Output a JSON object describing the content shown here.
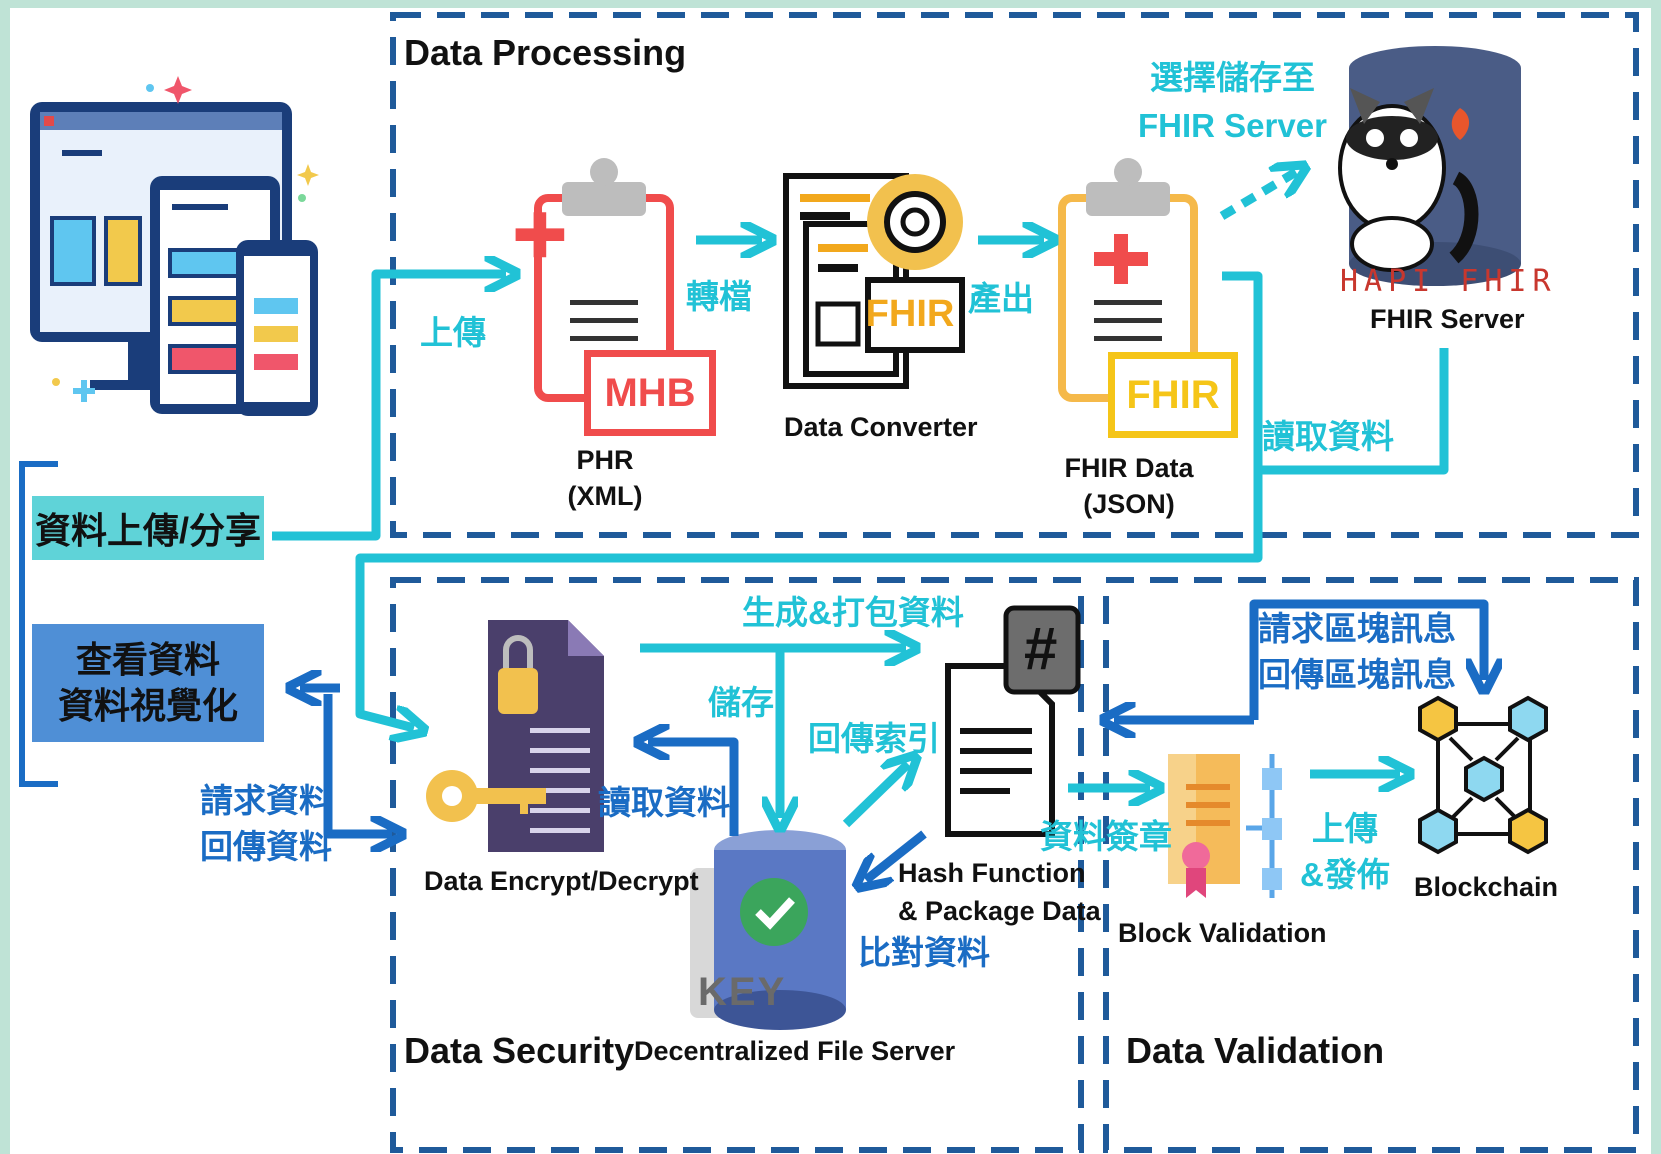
{
  "sections": {
    "processing": "Data Processing",
    "security": "Data Security",
    "validation": "Data Validation"
  },
  "left": {
    "upload_share": "資料上傳/分享",
    "view_line1": "查看資料",
    "view_line2": "資料視覺化",
    "request_line1": "請求資料",
    "request_line2": "回傳資料"
  },
  "nodes": {
    "phr_line1": "PHR",
    "phr_line2": "(XML)",
    "mhb_badge": "MHB",
    "converter": "Data Converter",
    "fhir_badge": "FHIR",
    "fhir_data_line1": "FHIR Data",
    "fhir_data_line2": "(JSON)",
    "hapi_logo": "HAPI FHIR",
    "fhir_server": "FHIR Server",
    "encrypt": "Data Encrypt/Decrypt",
    "file_server": "Decentralized File Server",
    "key_label": "KEY",
    "hash_line1": "Hash Function",
    "hash_line2": "& Package Data",
    "hash_symbol": "#",
    "block_validation": "Block Validation",
    "blockchain": "Blockchain"
  },
  "arrows": {
    "upload": "上傳",
    "convert": "轉檔",
    "output": "產出",
    "choose_line1": "選擇儲存至",
    "choose_line2": "FHIR Server",
    "read_data": "讀取資料",
    "generate": "生成&打包資料",
    "store": "儲存",
    "return_index": "回傳索引",
    "read_data2": "讀取資料",
    "compare": "比對資料",
    "sign": "資料簽章",
    "req_block_line1": "請求區塊訊息",
    "req_block_line2": "回傳區塊訊息",
    "publish_line1": "上傳",
    "publish_line2": "&發佈"
  },
  "colors": {
    "cyan": "#21c2d6",
    "blue": "#1a6cc4",
    "dash": "#1f5a9a",
    "upload_box": "#5fd3d8",
    "view_box": "#4f8fd6"
  }
}
